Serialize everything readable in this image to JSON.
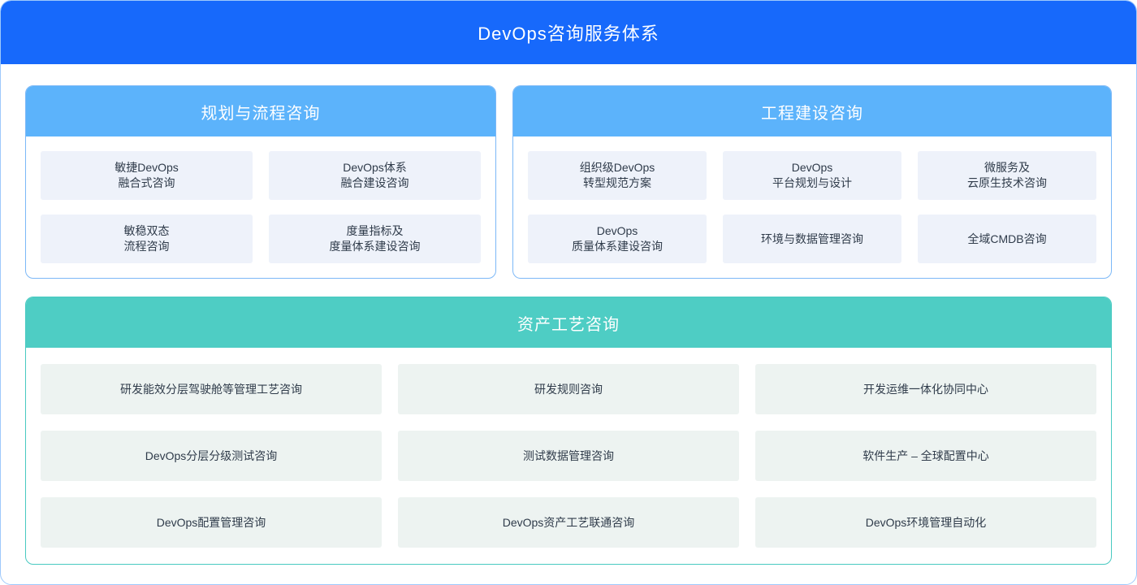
{
  "header": {
    "title": "DevOps咨询服务体系",
    "background_color": "#1769fb",
    "text_color": "#ffffff"
  },
  "panels": {
    "planning": {
      "title": "规划与流程咨询",
      "accent_color": "#5cb3fb",
      "border_color": "#7cb8f7",
      "tile_color": "#eef2fa",
      "columns": 2,
      "tiles": [
        {
          "line1": "敏捷DevOps",
          "line2": "融合式咨询"
        },
        {
          "line1": "DevOps体系",
          "line2": "融合建设咨询"
        },
        {
          "line1": "敏稳双态",
          "line2": "流程咨询"
        },
        {
          "line1": "度量指标及",
          "line2": "度量体系建设咨询"
        }
      ]
    },
    "engineering": {
      "title": "工程建设咨询",
      "accent_color": "#5cb3fb",
      "border_color": "#7cb8f7",
      "tile_color": "#eef2fa",
      "columns": 3,
      "tiles": [
        {
          "line1": "组织级DevOps",
          "line2": "转型规范方案"
        },
        {
          "line1": "DevOps",
          "line2": "平台规划与设计"
        },
        {
          "line1": "微服务及",
          "line2": "云原生技术咨询"
        },
        {
          "line1": "DevOps",
          "line2": "质量体系建设咨询"
        },
        {
          "line1": "环境与数据管理咨询",
          "line2": ""
        },
        {
          "line1": "全域CMDB咨询",
          "line2": ""
        }
      ]
    },
    "assets": {
      "title": "资产工艺咨询",
      "accent_color": "#4ecdc4",
      "border_color": "#48c9c1",
      "tile_color": "#edf3f1",
      "columns": 3,
      "tiles": [
        {
          "line1": "研发能效分层驾驶舱等管理工艺咨询",
          "line2": ""
        },
        {
          "line1": "研发规则咨询",
          "line2": ""
        },
        {
          "line1": "开发运维一体化协同中心",
          "line2": ""
        },
        {
          "line1": "DevOps分层分级测试咨询",
          "line2": ""
        },
        {
          "line1": "测试数据管理咨询",
          "line2": ""
        },
        {
          "line1": "软件生产 – 全球配置中心",
          "line2": ""
        },
        {
          "line1": "DevOps配置管理咨询",
          "line2": ""
        },
        {
          "line1": "DevOps资产工艺联通咨询",
          "line2": ""
        },
        {
          "line1": "DevOps环境管理自动化",
          "line2": ""
        }
      ]
    }
  }
}
